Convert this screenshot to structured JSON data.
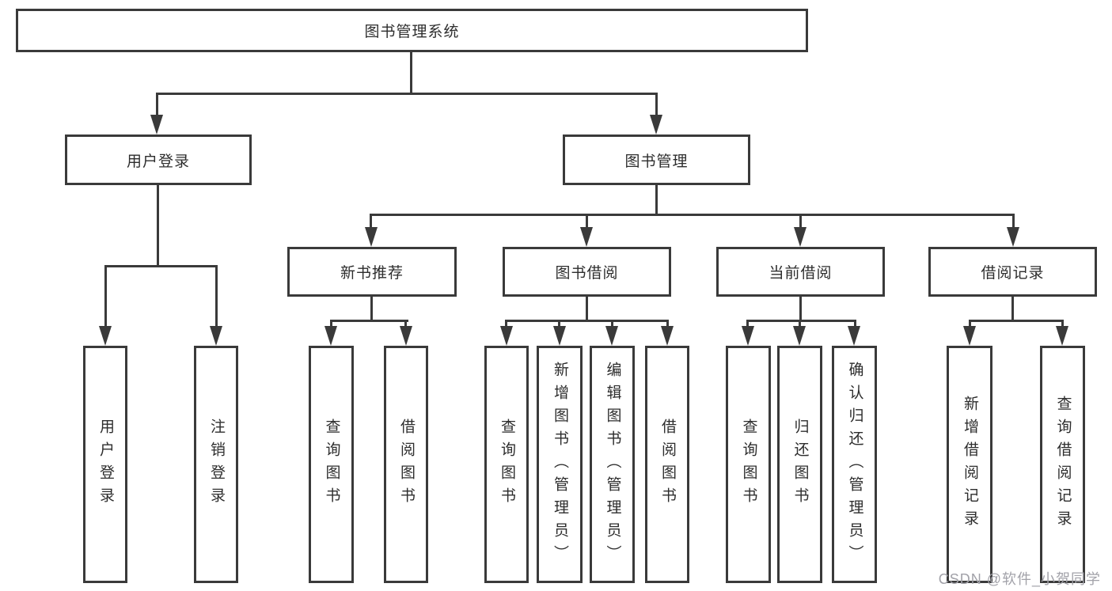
{
  "colors": {
    "line": "#3a3a3a",
    "text": "#2d2d2d",
    "background": "#ffffff",
    "watermark": "#a2a2a9"
  },
  "tree": {
    "root": "图书管理系统",
    "level1": [
      "用户登录",
      "图书管理"
    ],
    "level2": [
      "新书推荐",
      "图书借阅",
      "当前借阅",
      "借阅记录"
    ],
    "leaves": [
      "用户登录",
      "注销登录",
      "查询图书",
      "借阅图书",
      "查询图书",
      "新增图书（管理员）",
      "编辑图书（管理员）",
      "借阅图书",
      "查询图书",
      "归还图书",
      "确认归还（管理员）",
      "新增借阅记录",
      "查询借阅记录"
    ]
  },
  "watermark": "CSDN @软件_小贺同学"
}
